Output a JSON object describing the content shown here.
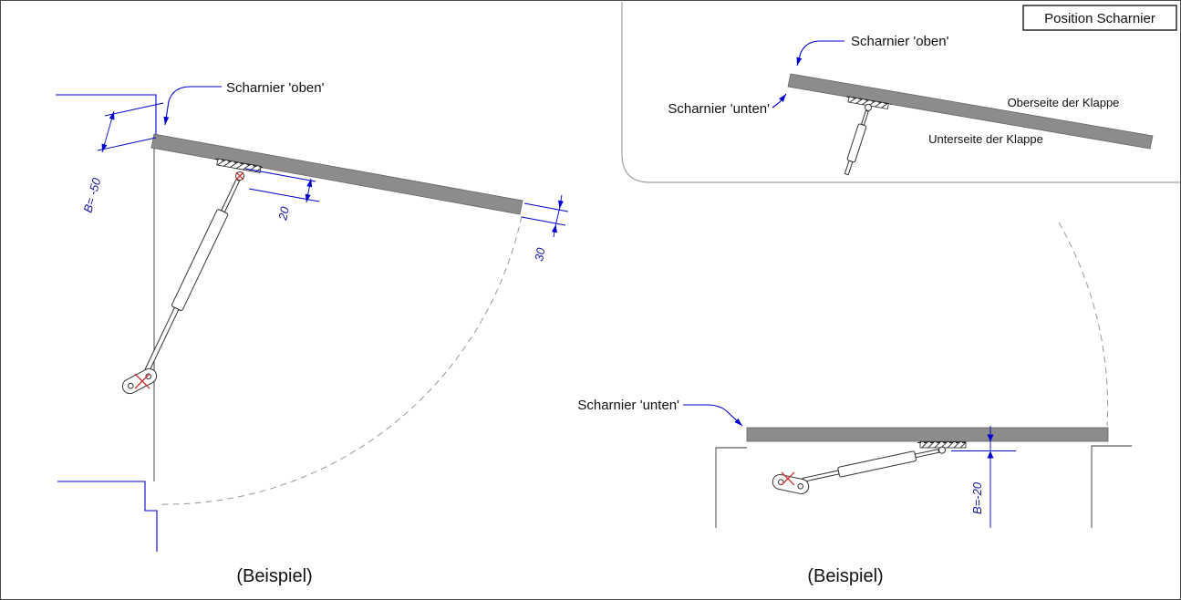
{
  "panel": {
    "title": "Position Scharnier",
    "label_scharnier_oben": "Scharnier 'oben'",
    "label_scharnier_unten": "Scharnier 'unten'",
    "label_oberseite": "Oberseite der Klappe",
    "label_unterseite": "Unterseite der Klappe"
  },
  "left": {
    "label_scharnier_oben": "Scharnier 'oben'",
    "dim_b": "B= -50",
    "dim_offset": "20",
    "dim_thickness": "30",
    "caption": "(Beispiel)"
  },
  "right": {
    "label_scharnier_unten": "Scharnier 'unten'",
    "dim_b": "B=-20",
    "caption": "(Beispiel)"
  },
  "colors": {
    "dimension_blue": "#0000d0",
    "flap_gray": "#8c8c8c",
    "arc_gray": "#9a9a9a",
    "red_marker": "#cc3333"
  }
}
